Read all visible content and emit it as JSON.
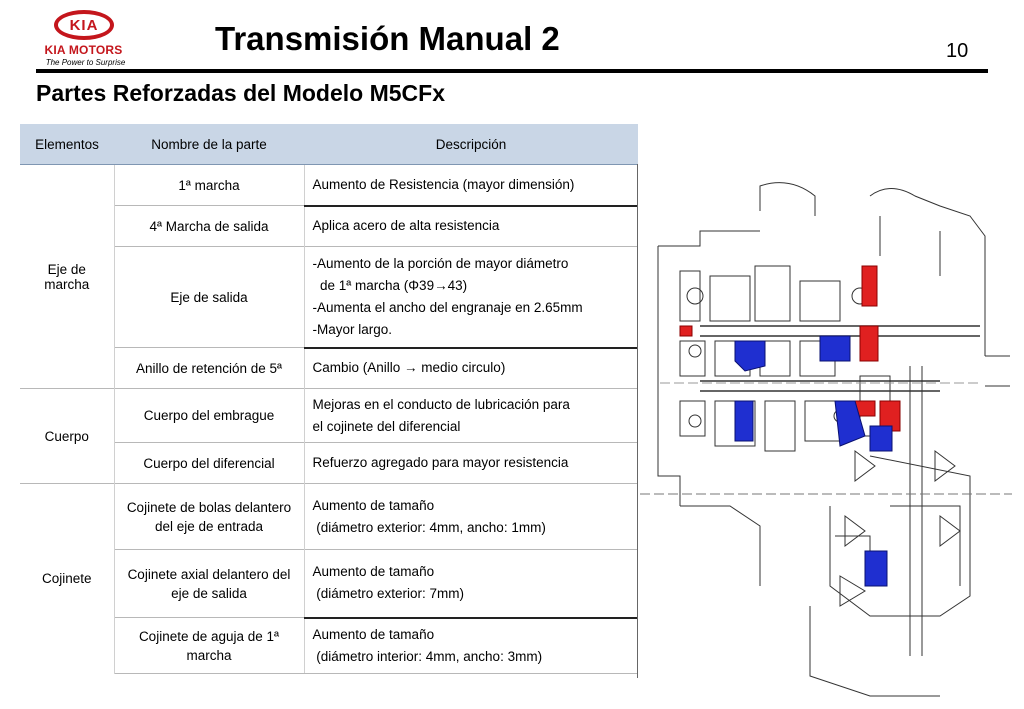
{
  "header": {
    "logo_text": "KIA",
    "logo_brand": "KIA MOTORS",
    "logo_tagline": "The Power to Surprise",
    "title": "Transmisión Manual 2",
    "page_number": "10"
  },
  "subtitle": "Partes Reforzadas del Modelo M5CFx",
  "table": {
    "headers": [
      "Elementos",
      "Nombre de la parte",
      "Descripción"
    ],
    "groups": [
      "Eje de marcha",
      "Cuerpo",
      "Cojinete"
    ],
    "rows": [
      {
        "name": "1ª marcha",
        "desc": [
          "Aumento de Resistencia (mayor dimensión)"
        ]
      },
      {
        "name": "4ª Marcha de salida",
        "desc": [
          "Aplica acero de alta resistencia"
        ]
      },
      {
        "name": "Eje de salida",
        "desc": [
          "-Aumento de la porción de mayor diámetro",
          "  de 1ª marcha (Φ39→43)",
          "-Aumenta el ancho del engranaje en 2.65mm",
          "-Mayor largo."
        ]
      },
      {
        "name": "Anillo de retención de 5ª",
        "desc": [
          "Cambio (Anillo → medio circulo)"
        ]
      },
      {
        "name": "Cuerpo del embrague",
        "desc": [
          "Mejoras en el conducto de lubricación para",
          "el cojinete del diferencial"
        ]
      },
      {
        "name": "Cuerpo del diferencial",
        "desc": [
          "Refuerzo agregado para mayor resistencia"
        ]
      },
      {
        "name": "Cojinete de bolas delantero del eje de entrada",
        "desc": [
          "Aumento de tamaño",
          " (diámetro exterior: 4mm, ancho: 1mm)"
        ]
      },
      {
        "name": "Cojinete axial delantero del eje de salida",
        "desc": [
          "Aumento de tamaño",
          " (diámetro exterior: 7mm)"
        ]
      },
      {
        "name": "Cojinete de aguja de 1ª marcha",
        "desc": [
          "Aumento de tamaño",
          " (diámetro interior: 4mm, ancho: 3mm)"
        ]
      }
    ]
  },
  "colors": {
    "brand_red": "#c4161c",
    "header_fill": "#c9d6e6",
    "highlight_blue": "#1f2fd0",
    "highlight_red": "#e02020"
  }
}
